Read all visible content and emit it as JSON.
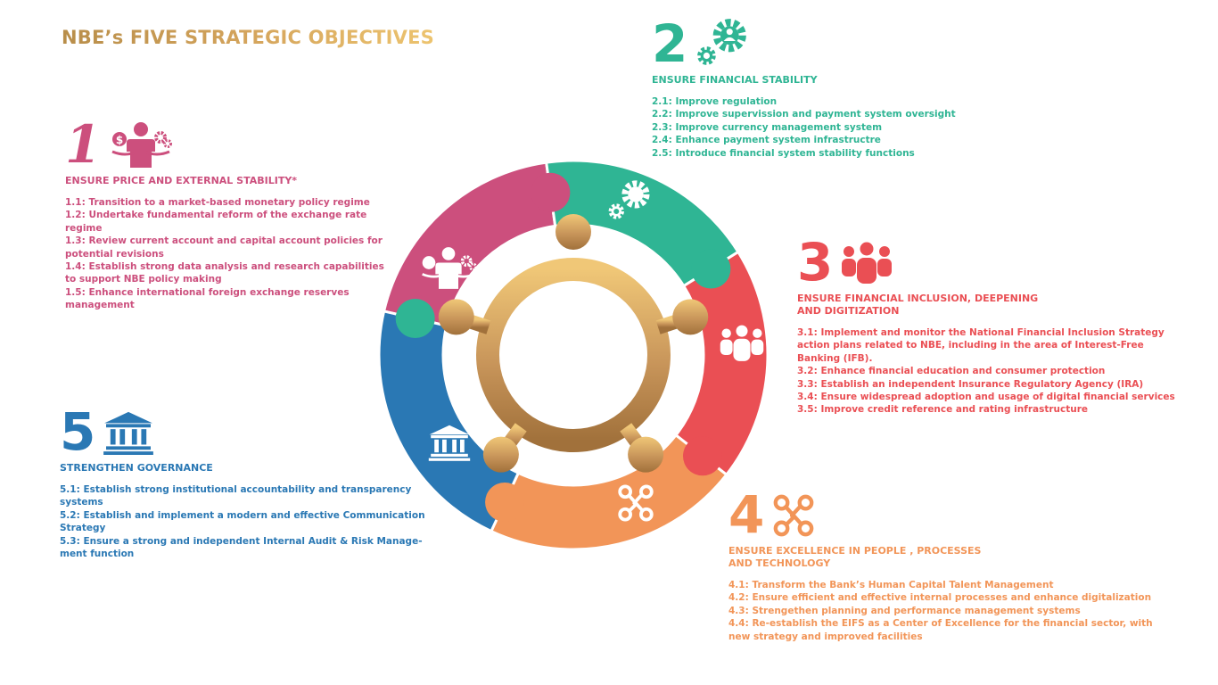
{
  "title": "NBE’s FIVE STRATEGIC OBJECTIVES",
  "colors": {
    "objective_1": "#cc4f7d",
    "objective_2": "#2fb594",
    "objective_3": "#ea4f54",
    "objective_4": "#f29558",
    "objective_5": "#2a78b4",
    "center_gold": "#c8955a"
  },
  "objectives": [
    {
      "number": "1",
      "icon": "person-balance-money-icon",
      "title": "ENSURE PRICE AND EXTERNAL STABILITY*",
      "items": [
        "1.1: Transition to a market-based monetary policy regime",
        "1.2: Undertake fundamental reform of the exchange rate regime",
        "1.3: Review current account and capital account policies for potential revisions",
        "1.4: Establish strong data analysis and research capabilities to support NBE policy making",
        "1.5: Enhance international foreign exchange reserves management"
      ]
    },
    {
      "number": "2",
      "icon": "gears-icon",
      "title": "ENSURE FINANCIAL STABILITY",
      "items": [
        "2.1: Improve regulation",
        "2.2: Improve supervission and payment system oversight",
        "2.3: Improve currency management system",
        "2.4: Enhance payment system infrastructre",
        "2.5: Introduce financial system stability  functions"
      ]
    },
    {
      "number": "3",
      "icon": "people-group-icon",
      "title": "ENSURE FINANCIAL INCLUSION, DEEPENING AND DIGITIZATION",
      "items": [
        "3.1: Implement and monitor the National Financial Inclusion Strategy action plans related to NBE, including in the area of Interest-Free Banking (IFB).",
        "3.2: Enhance financial education and consumer protection",
        "3.3: Establish an independent Insurance Regulatory Agency (IRA)",
        "3.4: Ensure widespread adoption and usage of digital financial services",
        "3.5: Improve credit reference and rating infrastructure"
      ]
    },
    {
      "number": "4",
      "icon": "process-nodes-icon",
      "title": "ENSURE EXCELLENCE IN PEOPLE , PROCESSES AND TECHNOLOGY",
      "items": [
        "4.1: Transform the Bank’s Human Capital Talent Management",
        "4.2: Ensure efficient and effective internal processes and enhance digitalization",
        "4.3: Strengethen  planning and performance management systems",
        "4.4: Re-establish the EIFS as a Center of Excellence for the financial sector, with new strategy and improved facilities"
      ]
    },
    {
      "number": "5",
      "icon": "bank-building-icon",
      "title": "STRENGTHEN  GOVERNANCE",
      "items": [
        "5.1: Establish strong institutional accountability and transparency systems",
        "5.2: Establish and implement a modern and effective Communication Strategy",
        "5.3: Ensure a strong and independent Internal Audit & Risk Manage-ment function"
      ]
    }
  ]
}
